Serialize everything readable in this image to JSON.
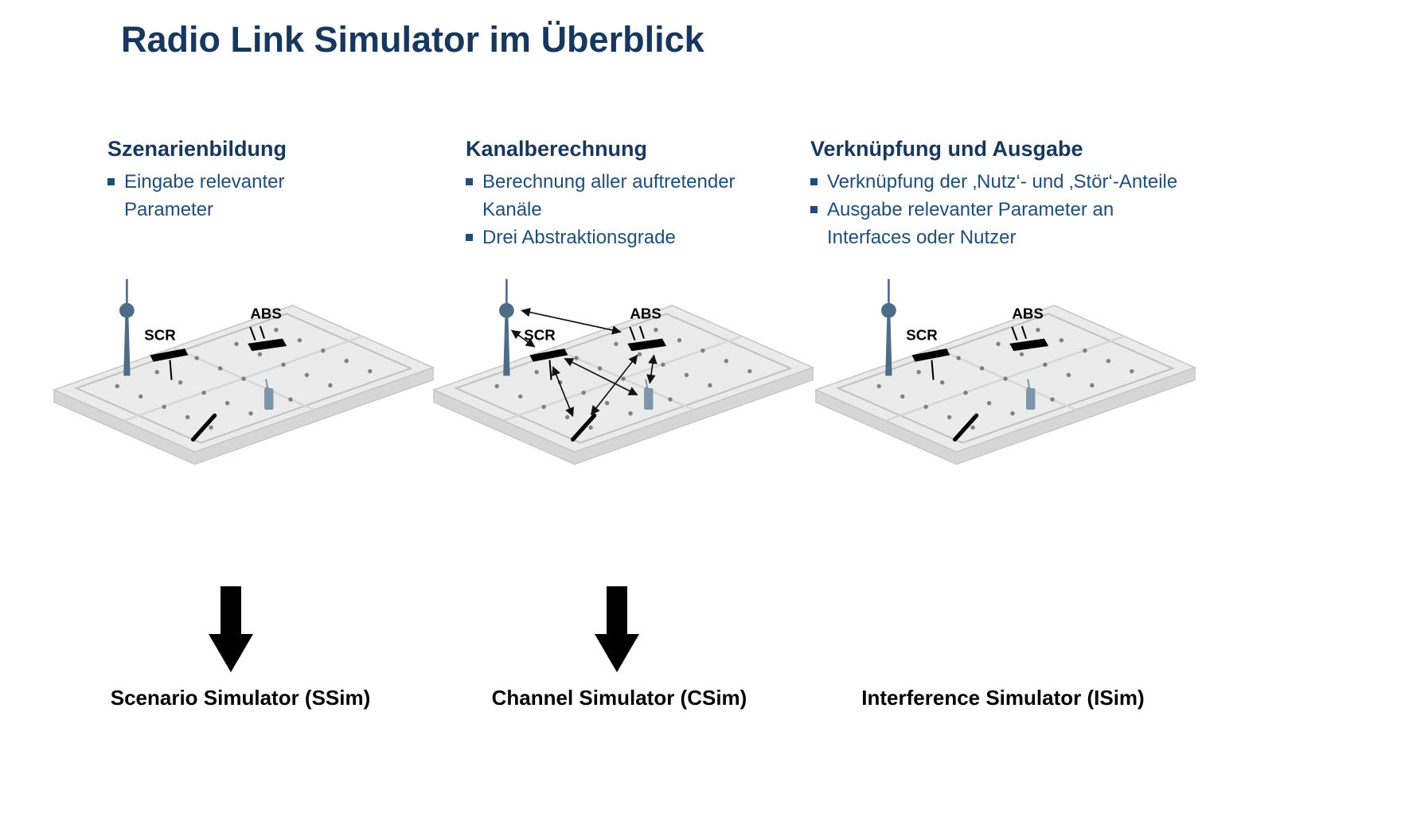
{
  "page": {
    "title": "Radio Link Simulator im Überblick"
  },
  "colors": {
    "heading": "#17375D",
    "body_text": "#1F4E79",
    "tower": "#4E6C88",
    "handheld": "#7E96AC",
    "arrow": "#000000",
    "map_face": "#EBEBEB"
  },
  "columns": [
    {
      "heading": "Szenarienbildung",
      "bullets": [
        "Eingabe relevanter Parameter"
      ],
      "map_labels": {
        "scr": "SCR",
        "abs": "ABS"
      },
      "footer": "Scenario Simulator (SSim)"
    },
    {
      "heading": "Kanalberechnung",
      "bullets": [
        "Berechnung aller auftretender Kanäle",
        "Drei Abstraktionsgrade"
      ],
      "map_labels": {
        "scr": "SCR",
        "abs": "ABS"
      },
      "footer": "Channel Simulator (CSim)"
    },
    {
      "heading": "Verknüpfung und Ausgabe",
      "bullets": [
        "Verknüpfung der ‚Nutz‘- und ‚Stör‘-Anteile",
        "Ausgabe relevanter Parameter an Interfaces oder Nutzer"
      ],
      "map_labels": {
        "scr": "SCR",
        "abs": "ABS"
      },
      "footer": "Interference Simulator (ISim)"
    }
  ]
}
